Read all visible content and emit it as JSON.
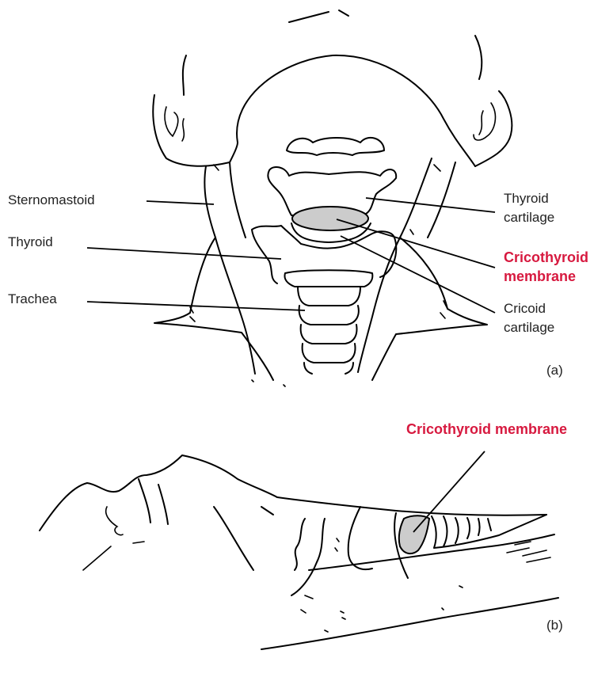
{
  "panel_a": {
    "caption": "(a)",
    "labels": {
      "sternomastoid": "Sternomastoid",
      "thyroid": "Thyroid",
      "trachea": "Trachea",
      "thyroid_cartilage_line1": "Thyroid",
      "thyroid_cartilage_line2": "cartilage",
      "cricothyroid_line1": "Cricothyroid",
      "cricothyroid_line2": "membrane",
      "cricoid_line1": "Cricoid",
      "cricoid_line2": "cartilage"
    }
  },
  "panel_b": {
    "caption": "(b)",
    "labels": {
      "cricothyroid_membrane": "Cricothyroid membrane"
    }
  },
  "colors": {
    "highlight_text": "#d7193f",
    "membrane_fill": "#cccccc",
    "line": "#000000"
  }
}
